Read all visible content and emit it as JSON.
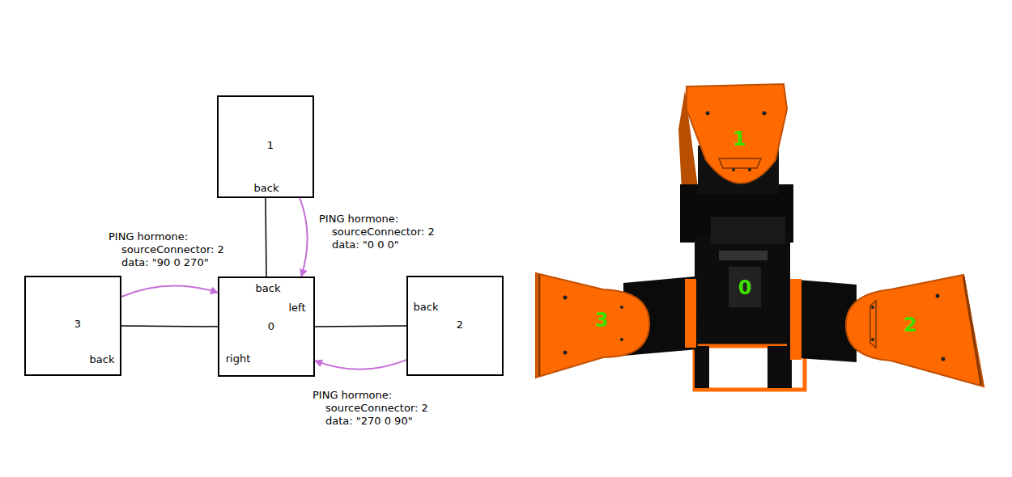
{
  "diagram": {
    "nodes": [
      {
        "text": [
          "1",
          "back"
        ]
      },
      {
        "text": [
          "3",
          "back"
        ]
      },
      {
        "text": [
          "back",
          "left",
          "0",
          "right"
        ]
      },
      {
        "text": [
          "back",
          "2"
        ]
      }
    ],
    "edges": [
      {
        "from": 0,
        "to": 2,
        "arrow": "none"
      },
      {
        "from": 1,
        "to": 2,
        "arrow": "none"
      },
      {
        "from": 2,
        "to": 3,
        "arrow": "none"
      },
      {
        "from": 0,
        "to": 2,
        "arrow": "to"
      },
      {
        "from": 1,
        "to": 2,
        "arrow": "to"
      },
      {
        "from": 3,
        "to": 2,
        "arrow": "to"
      }
    ],
    "labels": [
      "PING hormone:",
      "sourceConnector: 2",
      "data: \"0 0 0\"",
      "PING hormone:",
      "sourceConnector: 2",
      "data: \"90 0 270\"",
      "1",
      "0",
      "3",
      "2",
      "PING hormone:",
      "sourceConnector: 2",
      "data: \"270 0 90\""
    ]
  }
}
